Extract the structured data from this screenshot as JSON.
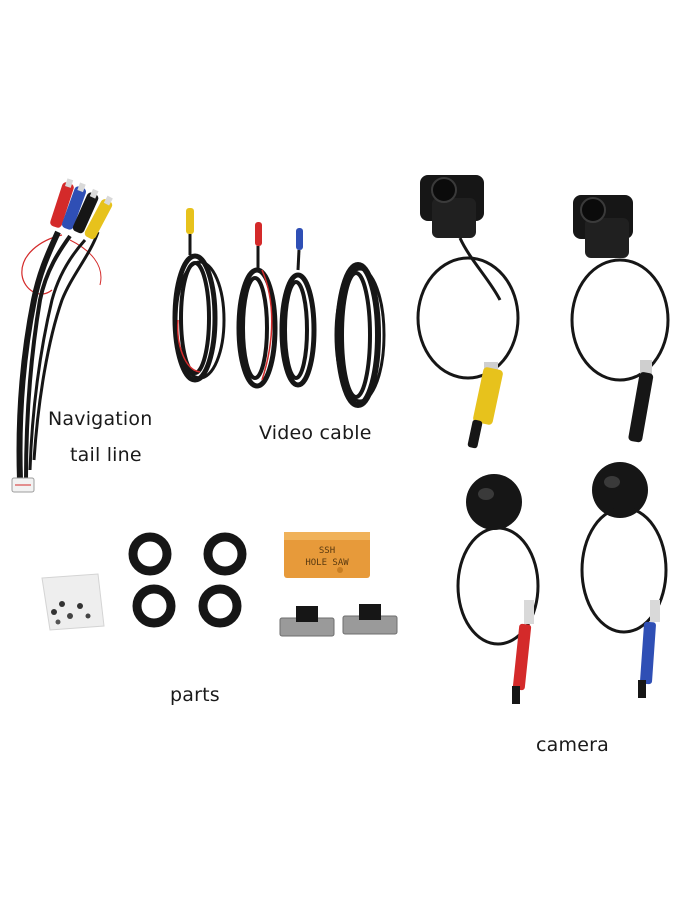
{
  "labels": {
    "navigation_line1": "Navigation",
    "navigation_line2": "tail line",
    "video_cable": "Video cable",
    "parts": "parts",
    "camera": "camera"
  },
  "box": {
    "line1": "SSH",
    "line2": "HOLE SAW"
  },
  "colors": {
    "background": "#ffffff",
    "cable": "#161616",
    "red": "#d42a2a",
    "blue": "#2f4fb5",
    "yellow": "#e7c21c",
    "box": "#e79a3a"
  }
}
